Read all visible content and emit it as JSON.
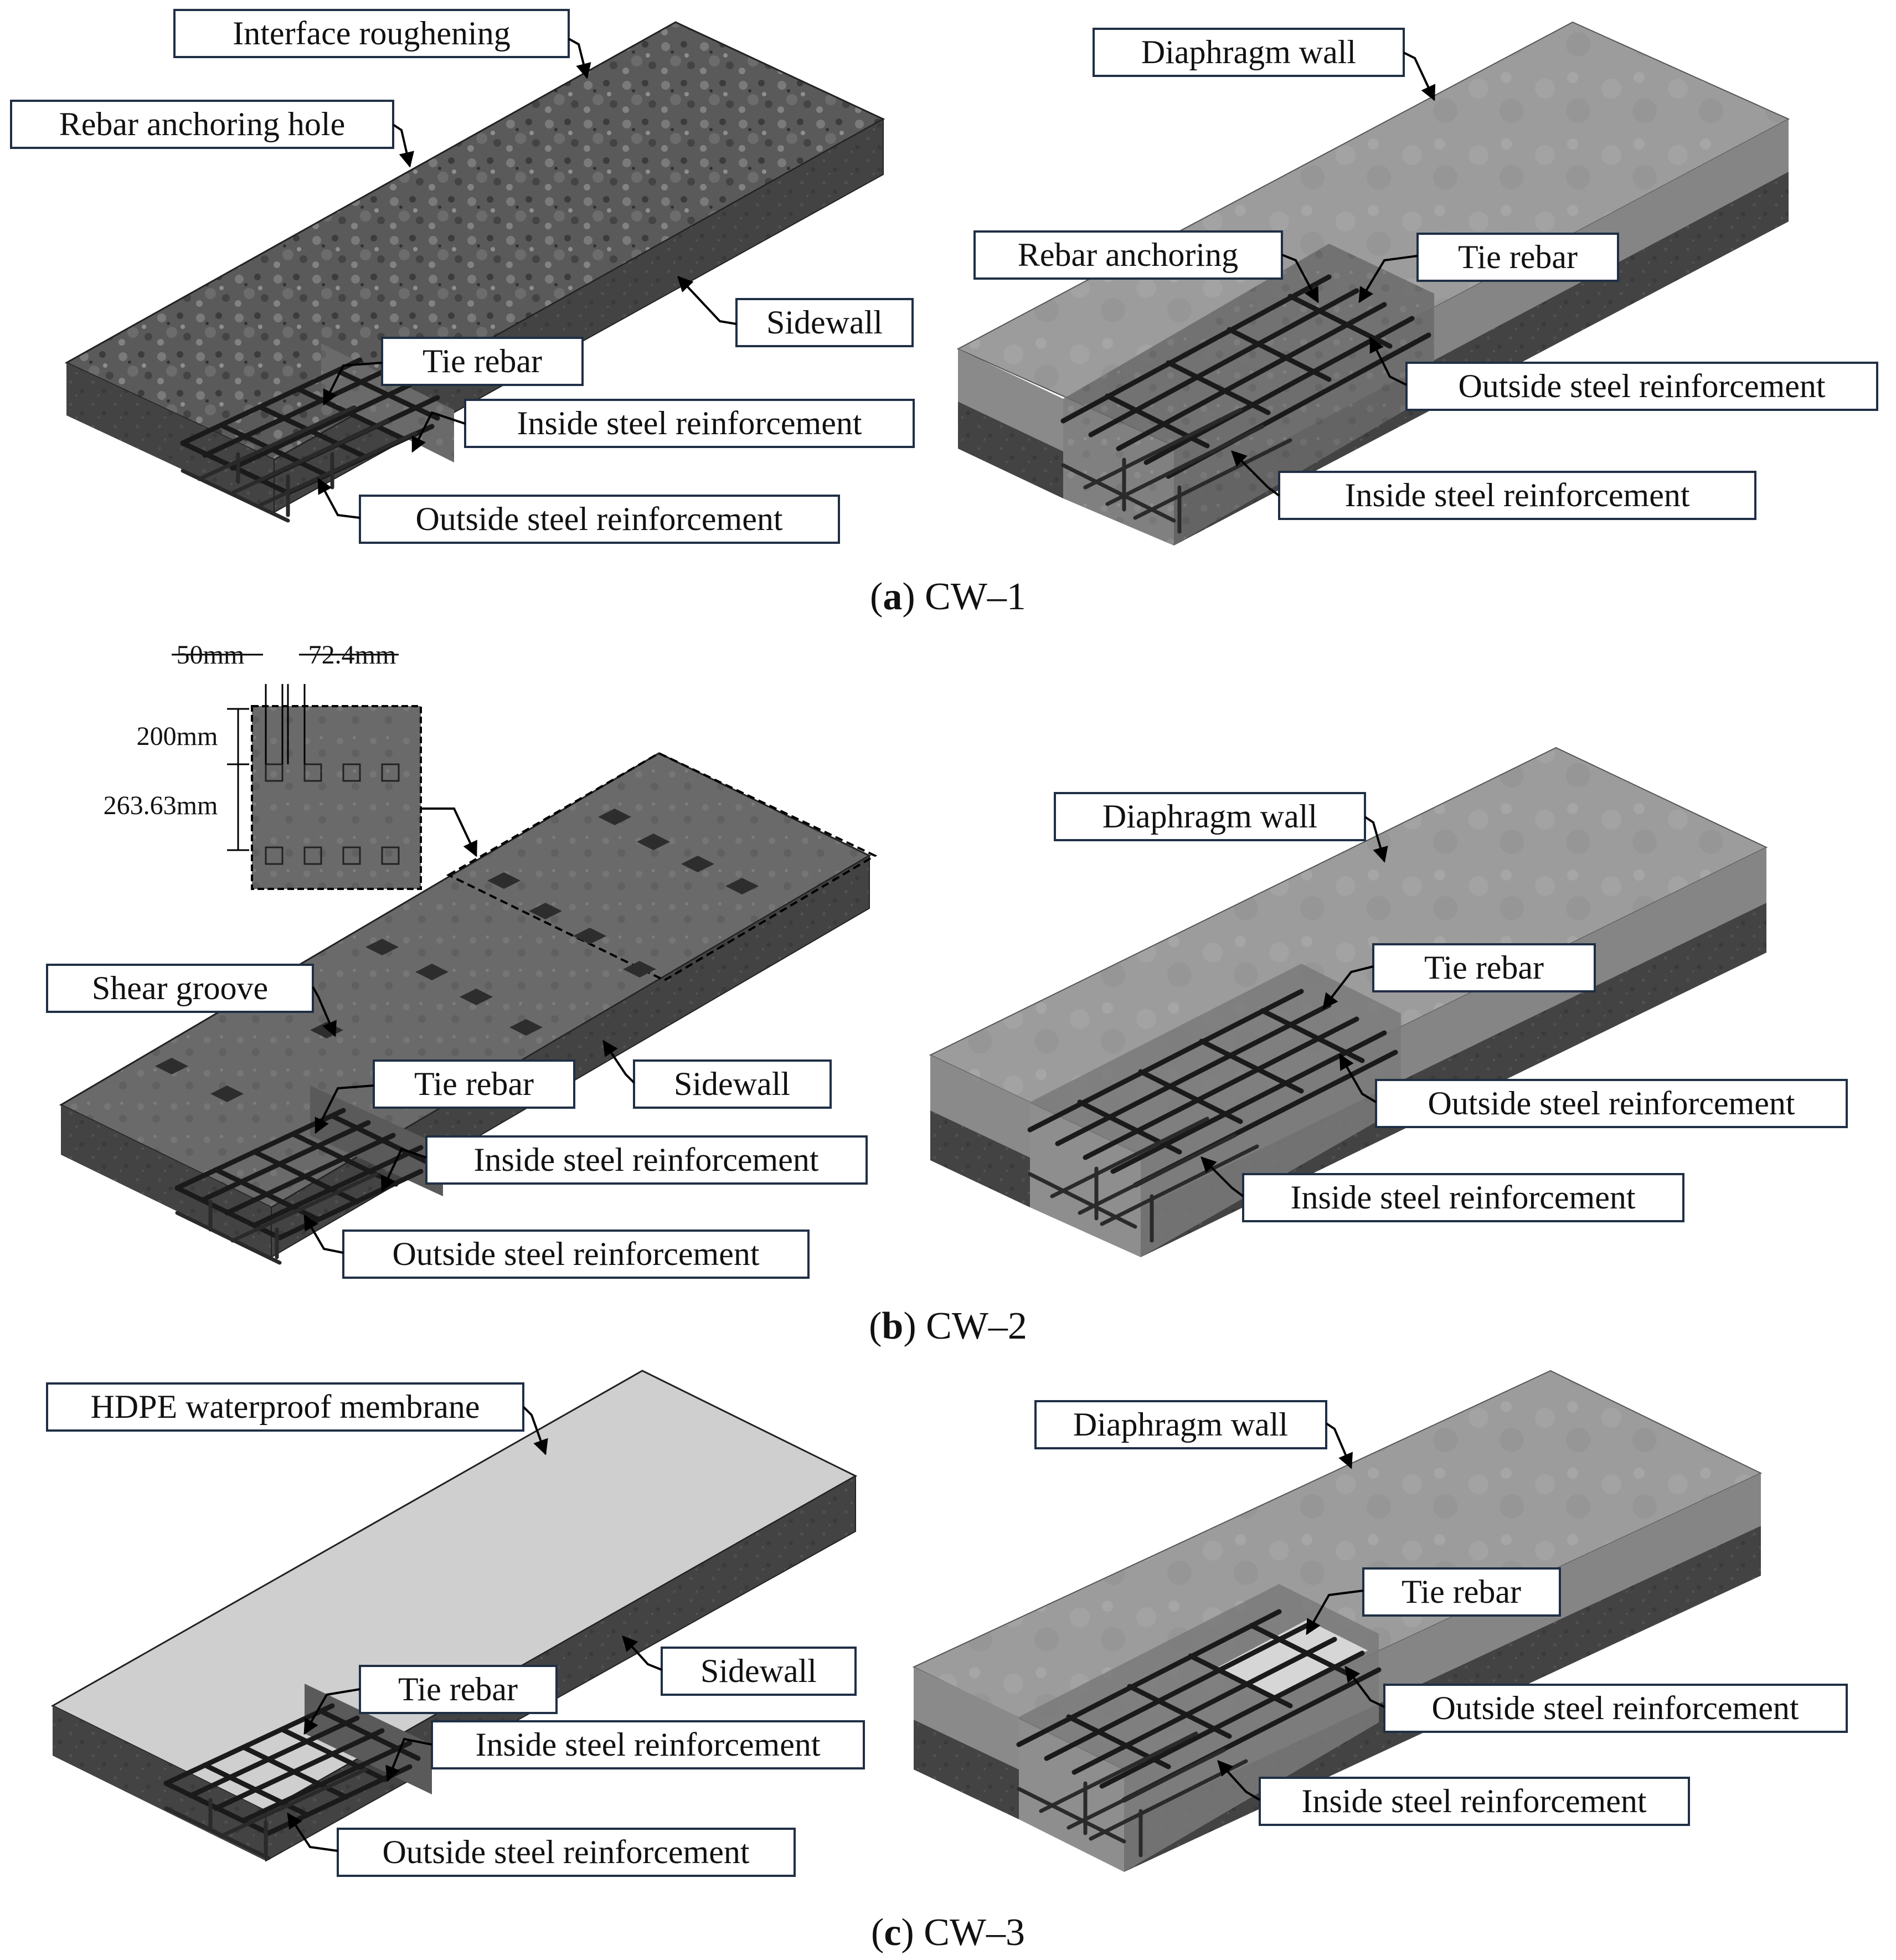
{
  "panels": {
    "a": {
      "caption_letter": "a",
      "caption_text": ") CW–1",
      "left_labels": {
        "interface": "Interface roughening",
        "hole": "Rebar anchoring hole",
        "sidewall": "Sidewall",
        "tie": "Tie rebar",
        "inside": "Inside steel reinforcement",
        "outside": "Outside steel reinforcement"
      },
      "right_labels": {
        "diaphragm": "Diaphragm wall",
        "anchoring": "Rebar anchoring",
        "tie": "Tie rebar",
        "outside": "Outside steel reinforcement",
        "inside": "Inside steel reinforcement"
      }
    },
    "b": {
      "caption_letter": "b",
      "caption_text": ") CW–2",
      "dims": {
        "d1": "50mm",
        "d2": "72.4mm",
        "d3": "200mm",
        "d4": "263.63mm"
      },
      "left_labels": {
        "shear": "Shear groove",
        "tie": "Tie rebar",
        "sidewall": "Sidewall",
        "inside": "Inside steel reinforcement",
        "outside": "Outside steel reinforcement"
      },
      "right_labels": {
        "diaphragm": "Diaphragm wall",
        "tie": "Tie rebar",
        "outside": "Outside steel reinforcement",
        "inside": "Inside steel reinforcement"
      }
    },
    "c": {
      "caption_letter": "c",
      "caption_text": ") CW–3",
      "left_labels": {
        "hdpe": "HDPE waterproof membrane",
        "sidewall": "Sidewall",
        "tie": "Tie rebar",
        "inside": "Inside steel reinforcement",
        "outside": "Outside steel reinforcement"
      },
      "right_labels": {
        "diaphragm": "Diaphragm wall",
        "tie": "Tie rebar",
        "outside": "Outside steel reinforcement",
        "inside": "Inside steel reinforcement"
      }
    }
  },
  "colors": {
    "rough_concrete": "#565656",
    "smooth_concrete": "#9a9a9a",
    "dark_side": "#3e3e3e",
    "membrane": "#cfcfcf",
    "rebar": "#1a1a1a",
    "box_border": "#1f2f45"
  }
}
